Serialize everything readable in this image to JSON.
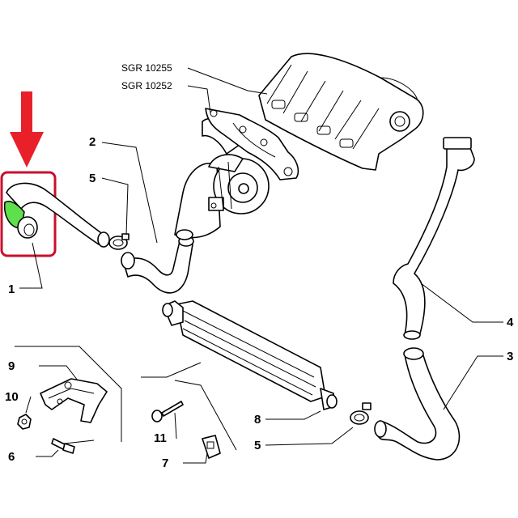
{
  "callouts": {
    "c1": "1",
    "c2": "2",
    "c3": "3",
    "c4": "4",
    "c5a": "5",
    "c5b": "5",
    "c6": "6",
    "c7": "7",
    "c8": "8",
    "c9": "9",
    "c10": "10",
    "c11": "11"
  },
  "refs": {
    "sgr1": "SGR 10255",
    "sgr2": "SGR 10252"
  },
  "colors": {
    "arrow": "#e8202a",
    "highlight_box": "#c8102e",
    "highlight_part": "#5ee04c"
  }
}
